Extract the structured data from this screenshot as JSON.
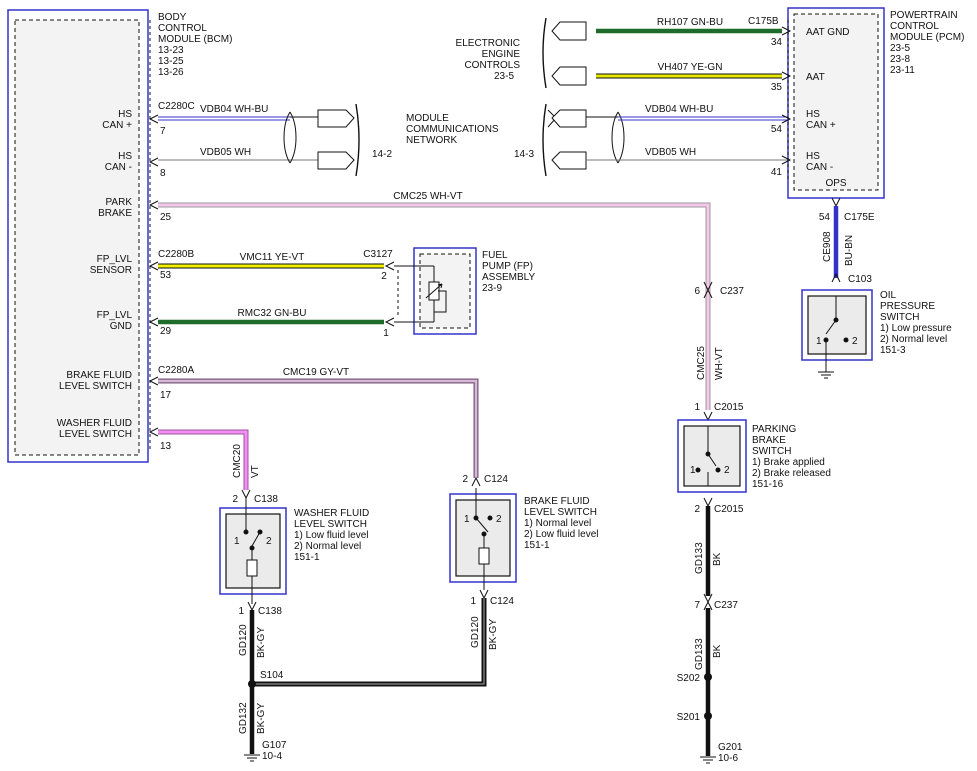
{
  "bcm": {
    "title": [
      "BODY",
      "CONTROL",
      "MODULE (BCM)"
    ],
    "refs": [
      "13-23",
      "13-25",
      "13-26"
    ],
    "pins": {
      "hs_can_plus": [
        "HS",
        "CAN +"
      ],
      "hs_can_minus": [
        "HS",
        "CAN -"
      ],
      "park_brake": [
        "PARK",
        "BRAKE"
      ],
      "fp_lvl_sensor": [
        "FP_LVL",
        "SENSOR"
      ],
      "fp_lvl_gnd": [
        "FP_LVL",
        "GND"
      ],
      "brake_fluid": [
        "BRAKE FLUID",
        "LEVEL SWITCH"
      ],
      "washer_fluid": [
        "WASHER FLUID",
        "LEVEL SWITCH"
      ]
    },
    "pin_numbers": [
      "7",
      "8",
      "25",
      "53",
      "29",
      "17",
      "13"
    ],
    "connectors": [
      "C2280C",
      "C2280B",
      "C2280A"
    ]
  },
  "pcm": {
    "title": [
      "POWERTRAIN",
      "CONTROL",
      "MODULE (PCM)"
    ],
    "refs": [
      "23-5",
      "23-8",
      "23-11"
    ],
    "connector": "C175B",
    "pins": {
      "aat_gnd": "AAT GND",
      "aat": "AAT",
      "hs_can_plus": [
        "HS",
        "CAN +"
      ],
      "hs_can_minus": [
        "HS",
        "CAN -"
      ],
      "ops": "OPS"
    },
    "pin_numbers": [
      "34",
      "35",
      "54",
      "41"
    ],
    "ops_pin": "54",
    "ops_connector": "C175E"
  },
  "eec": {
    "title": [
      "ELECTRONIC",
      "ENGINE",
      "CONTROLS"
    ],
    "ref": "23-5"
  },
  "mcn": {
    "title": [
      "MODULE",
      "COMMUNICATIONS",
      "NETWORK"
    ],
    "ref_left": "14-2",
    "ref_right": "14-3"
  },
  "wires": {
    "vdb04_left": "VDB04  WH-BU",
    "vdb05_left": "VDB05  WH",
    "vdb04_right": "VDB04  WH-BU",
    "vdb05_right": "VDB05  WH",
    "rh107": "RH107  GN-BU",
    "vh407": "VH407  YE-GN",
    "cmc25": "CMC25  WH-VT",
    "cmc25_v_circuit": "CMC25",
    "cmc25_v_color": "WH-VT",
    "vmc11": "VMC11  YE-VT",
    "rmc32": "RMC32  GN-BU",
    "cmc19": "CMC19  GY-VT",
    "cmc20_circuit": "CMC20",
    "cmc20_color": "VT",
    "ce908_circuit": "CE908",
    "ce908_color": "BU-BN",
    "gd120_a_circuit": "GD120",
    "gd120_a_color": "BK-GY",
    "gd120_b_circuit": "GD120",
    "gd120_b_color": "BK-GY",
    "gd132_circuit": "GD132",
    "gd132_color": "BK-GY",
    "gd133_a_circuit": "GD133",
    "gd133_a_color": "BK",
    "gd133_b_circuit": "GD133",
    "gd133_b_color": "BK"
  },
  "fuel_pump": {
    "title": [
      "FUEL",
      "PUMP (FP)",
      "ASSEMBLY"
    ],
    "ref": "23-9",
    "connector": "C3127",
    "pins": [
      "2",
      "1"
    ]
  },
  "oil_switch": {
    "title": [
      "OIL",
      "PRESSURE",
      "SWITCH"
    ],
    "notes": [
      "1) Low pressure",
      "2) Normal level"
    ],
    "ref": "151-3",
    "connector": "C103",
    "pins": [
      "1",
      "2"
    ]
  },
  "parking_brake_switch": {
    "title": [
      "PARKING",
      "BRAKE",
      "SWITCH"
    ],
    "notes": [
      "1) Brake applied",
      "2) Brake released"
    ],
    "ref": "151-16",
    "connector_top": "C2015",
    "pin_top": "1",
    "connector_bottom": "C2015",
    "pin_bottom": "2",
    "pins": [
      "1",
      "2"
    ]
  },
  "washer_switch": {
    "title": [
      "WASHER FLUID",
      "LEVEL SWITCH"
    ],
    "notes": [
      "1) Low fluid level",
      "2) Normal level"
    ],
    "ref": "151-1",
    "connector_top": "C138",
    "pin_top": "2",
    "connector_bottom": "C138",
    "pin_bottom": "1",
    "pins": [
      "1",
      "2"
    ]
  },
  "brake_fluid_switch": {
    "title": [
      "BRAKE FLUID",
      "LEVEL SWITCH"
    ],
    "notes": [
      "1) Normal level",
      "2) Low fluid level"
    ],
    "ref": "151-1",
    "connector_top": "C124",
    "pin_top": "2",
    "connector_bottom": "C124",
    "pin_bottom": "1",
    "pins": [
      "1",
      "2"
    ]
  },
  "c237": {
    "connector": "C237",
    "pin_upper": "6",
    "pin_lower": "7"
  },
  "splices": {
    "s104": "S104",
    "s202": "S202",
    "s201": "S201"
  },
  "grounds": {
    "g107": {
      "label": "G107",
      "ref": "10-4"
    },
    "g201": {
      "label": "G201",
      "ref": "10-6"
    }
  },
  "colors": {
    "module_border": "#3333cc",
    "green_wire": "#1f6b2a",
    "yellow_wire": "#e6e600",
    "pink_wire": "#f0b8e0",
    "violet_wire": "#e070e0",
    "blue_wire": "#3333cc",
    "ground_wire": "#111111"
  }
}
